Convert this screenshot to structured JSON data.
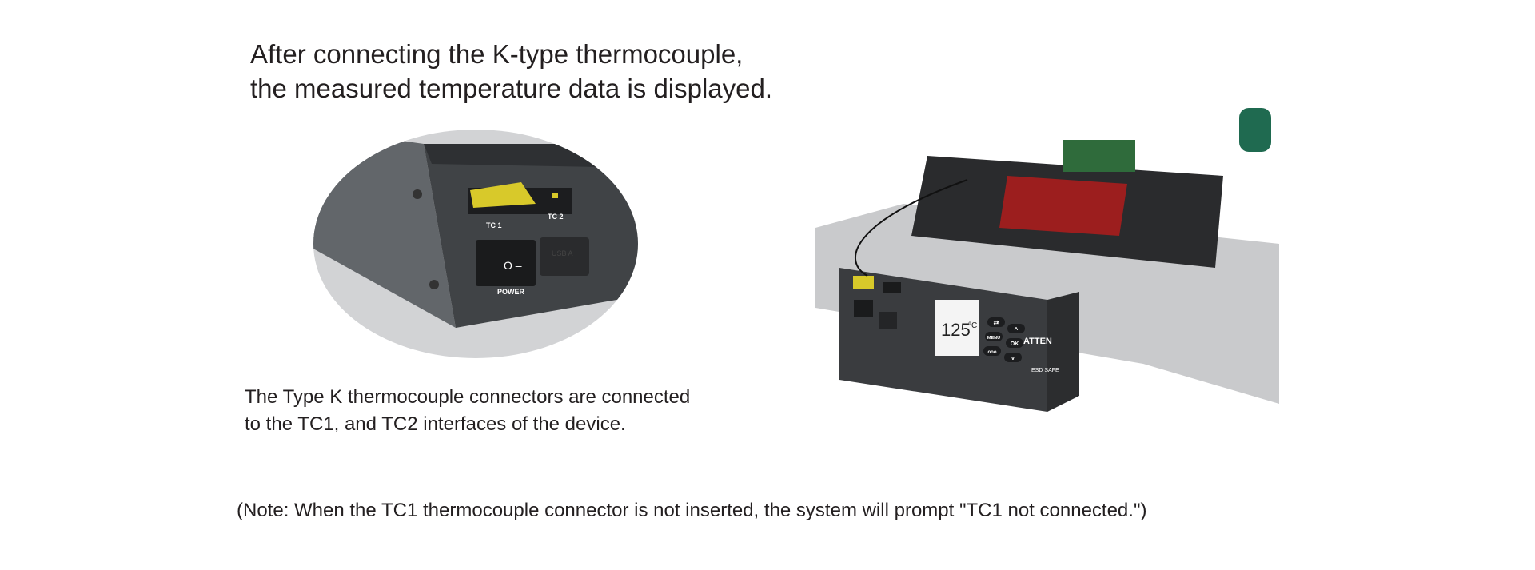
{
  "heading": {
    "line1": "After connecting the K-type thermocouple,",
    "line2": "the measured temperature data is displayed."
  },
  "closeup": {
    "tc1_label": "TC 1",
    "tc2_label": "TC 2",
    "power_label": "POWER",
    "usb_label": "USB A"
  },
  "device": {
    "brand": "ATTEN",
    "temperature": "125",
    "unit": "°C",
    "buttons": [
      "⇄",
      "MENU",
      "ooo",
      "^",
      "OK",
      "v"
    ],
    "esd_label": "ESD SAFE"
  },
  "caption": {
    "line1": "The Type K thermocouple connectors are connected",
    "line2": "to the TC1, and TC2 interfaces of the device."
  },
  "note": "(Note: When the TC1 thermocouple connector is not inserted, the system will prompt \"TC1 not connected.\")"
}
